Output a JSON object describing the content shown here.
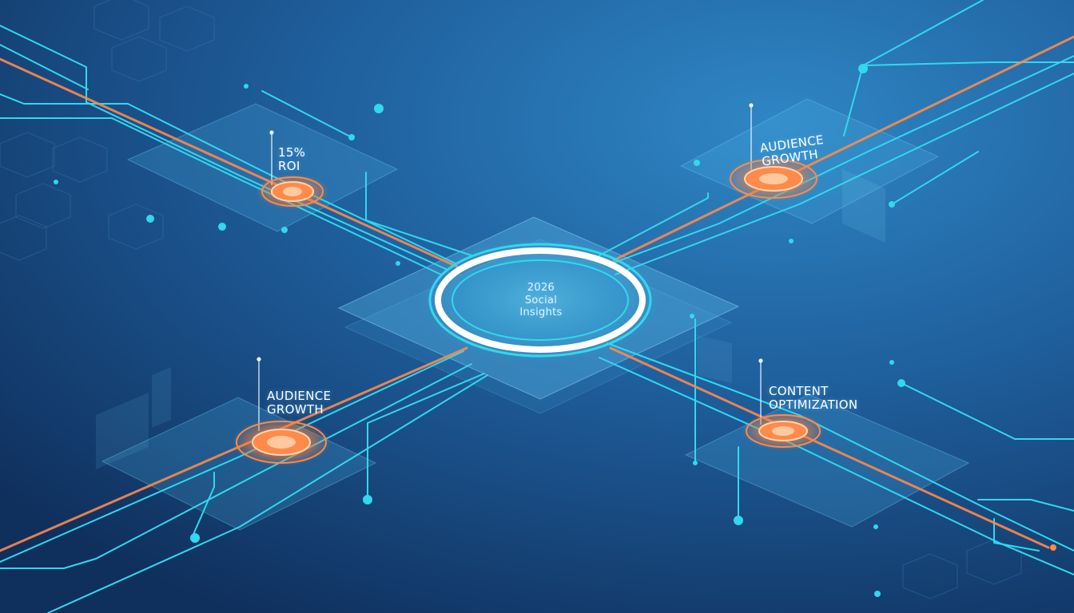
{
  "hub": {
    "lines": [
      "2026",
      "Social",
      "Insights"
    ]
  },
  "nodes": [
    {
      "id": "roi",
      "lines": [
        "15%",
        "ROI"
      ]
    },
    {
      "id": "audience-growth-top",
      "lines": [
        "AUDIENCE",
        "GROWTH"
      ]
    },
    {
      "id": "audience-growth-bottom",
      "lines": [
        "AUDIENCE",
        "GROWTH"
      ]
    },
    {
      "id": "content-optimization",
      "lines": [
        "CONTENT",
        "OPTIMIZATION"
      ]
    }
  ],
  "colors": {
    "background_dark": "#0f2f5c",
    "background_light": "#2c7fbd",
    "circuit_cyan": "#31d8ee",
    "accent_orange": "#ff8a4a",
    "panel_fill": "#4fb4e6",
    "label_text": "#ffffff"
  }
}
